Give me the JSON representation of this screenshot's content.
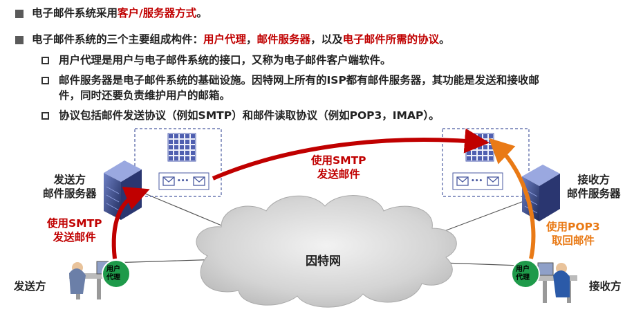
{
  "bullets": {
    "b1": {
      "pre": "电子邮件系统采用",
      "red": "客户/服务器方式",
      "post": "。"
    },
    "b2": {
      "pre": "电子邮件系统的三个主要组成构件：",
      "red1": "用户代理",
      "sep1": "，",
      "red2": "邮件服务器",
      "sep2": "，以及",
      "red3": "电子邮件所需的协议",
      "post": "。"
    },
    "s1": {
      "bold1": "用户代理",
      "mid": "是用户与电子邮件系统的接口，又称为",
      "bold2": "电子邮件客户端软件",
      "post": "。"
    },
    "s2": {
      "bold1": "邮件服务器",
      "mid": "是电子邮件系统的基础设施。因特网上所有的ISP都有邮件服务器，其功能是",
      "bold2": "发送和接收邮",
      "line2_bold": "件",
      "line2_rest": "，同时还要负责维护用户的邮箱。"
    },
    "s3": {
      "bold1": "协议",
      "mid1": "包括邮件",
      "bold2": "发送协议",
      "mid2": "（例如SMTP）和邮件",
      "bold3": "读取协议",
      "post": "（例如POP3，IMAP）。"
    }
  },
  "diagram": {
    "sender_server_label_1": "发送方",
    "sender_server_label_2": "邮件服务器",
    "receiver_server_label_1": "接收方",
    "receiver_server_label_2": "邮件服务器",
    "sender_label": "发送方",
    "receiver_label": "接收方",
    "internet_label": "因特网",
    "smtp_mid_1": "使用SMTP",
    "smtp_mid_2": "发送邮件",
    "smtp_left_1": "使用SMTP",
    "smtp_left_2": "发送邮件",
    "pop3_right_1": "使用POP3",
    "pop3_right_2": "取回邮件",
    "user_agent_1": "用户",
    "user_agent_2": "代理",
    "mail_dots": "•••"
  },
  "colors": {
    "red": "#c00000",
    "orange": "#e97a16",
    "cloud": "#c9c9c9",
    "server_blue": "#3a4a8a"
  }
}
